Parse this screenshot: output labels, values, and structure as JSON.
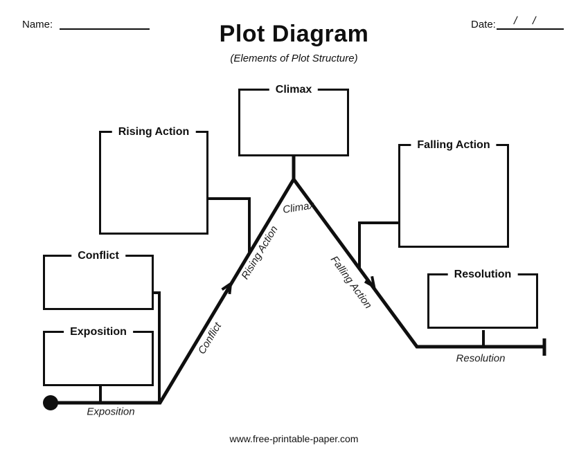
{
  "header": {
    "name_label": "Name:",
    "title": "Plot Diagram",
    "subtitle": "(Elements of Plot Structure)",
    "date_label": "Date:",
    "date_slash1": "/",
    "date_slash2": "/"
  },
  "boxes": {
    "climax": {
      "label": "Climax"
    },
    "rising_action": {
      "label": "Rising Action"
    },
    "falling_action": {
      "label": "Falling Action"
    },
    "conflict": {
      "label": "Conflict"
    },
    "exposition": {
      "label": "Exposition"
    },
    "resolution": {
      "label": "Resolution"
    }
  },
  "plot_line_labels": {
    "exposition": "Exposition",
    "conflict": "Conflict",
    "rising_action": "Rising Action",
    "climax": "Climax",
    "falling_action": "Falling Action",
    "resolution": "Resolution"
  },
  "colors": {
    "ink": "#0f0f0f",
    "background": "#ffffff"
  },
  "footer": {
    "url": "www.free-printable-paper.com"
  }
}
